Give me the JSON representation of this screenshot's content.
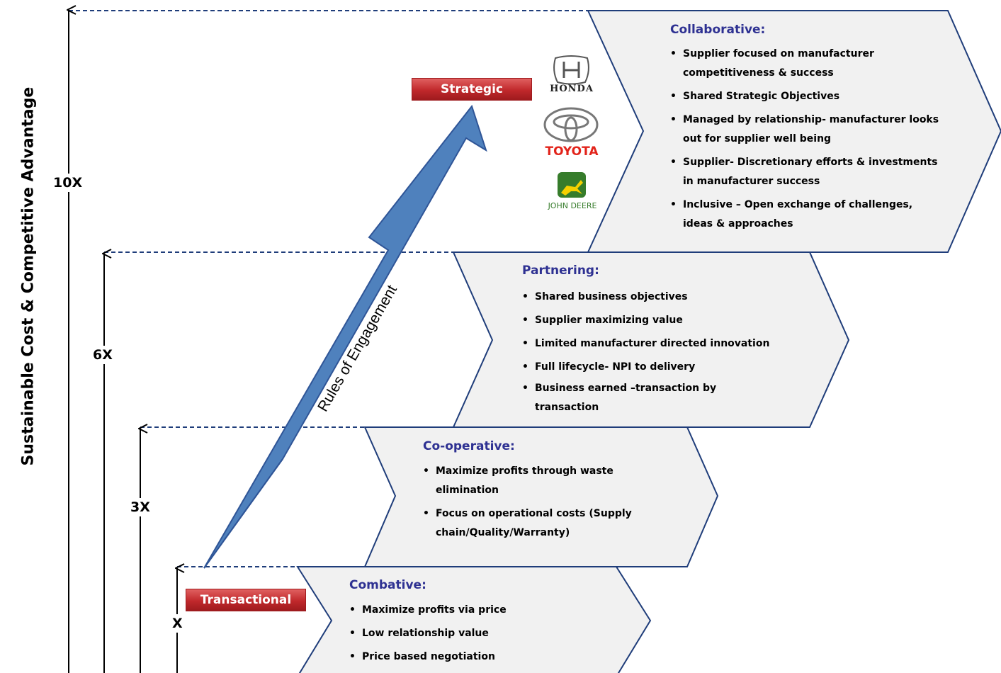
{
  "y_axis_label": "Sustainable Cost & Competitive Advantage",
  "levels": [
    {
      "id": "x",
      "label": "X"
    },
    {
      "id": "3x",
      "label": "3X"
    },
    {
      "id": "6x",
      "label": "6X"
    },
    {
      "id": "10x",
      "label": "10X"
    }
  ],
  "tags": {
    "transactional": "Transactional",
    "strategic": "Strategic"
  },
  "arrow_label": "Rules of Engagement",
  "stages": {
    "combative": {
      "title": "Combative:",
      "bullets": [
        "Maximize profits via price",
        "Low relationship value",
        "Price based negotiation"
      ]
    },
    "cooperative": {
      "title": "Co-operative:",
      "bullets": [
        "Maximize profits through waste elimination",
        "Focus on operational costs (Supply chain/Quality/Warranty)"
      ]
    },
    "partnering": {
      "title": "Partnering:",
      "bullets": [
        "Shared business objectives",
        "Supplier maximizing value",
        "Limited manufacturer directed innovation",
        "Full lifecycle- NPI to delivery",
        "Business earned –transaction by transaction"
      ]
    },
    "collaborative": {
      "title": "Collaborative:",
      "bullets": [
        "Supplier focused on manufacturer competitiveness & success",
        "Shared Strategic Objectives",
        "Managed by relationship- manufacturer looks out for supplier well being",
        "Supplier- Discretionary efforts & investments in manufacturer success",
        "Inclusive – Open exchange of challenges, ideas & approaches"
      ]
    }
  },
  "logos": {
    "honda": "HONDA",
    "toyota": "TOYOTA",
    "deere": "JOHN DEERE"
  },
  "colors": {
    "chevron_fill": "#f1f1f1",
    "chevron_stroke": "#1f3d7a",
    "arrow": "#4f81bd",
    "title": "#2e3192",
    "tag": "#c0282b"
  }
}
